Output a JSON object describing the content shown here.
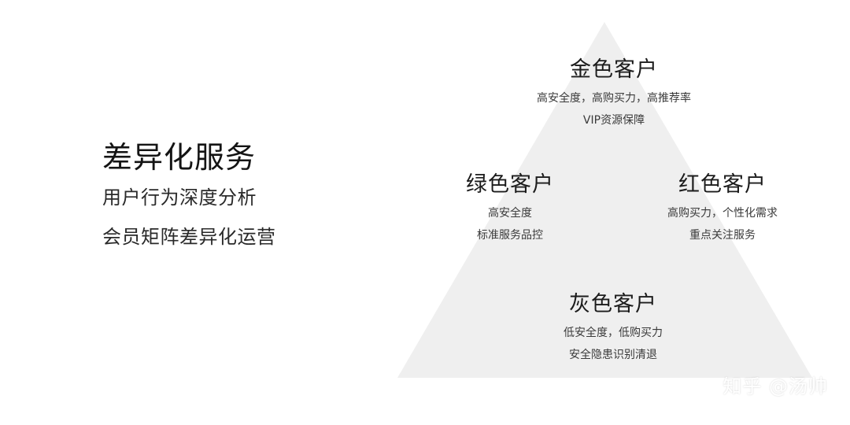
{
  "left": {
    "title": "差异化服务",
    "lines": [
      "用户行为深度分析",
      "会员矩阵差异化运营"
    ]
  },
  "pyramid": {
    "fill_color": "#efefef",
    "tiers": [
      {
        "key": "gold",
        "title": "金色客户",
        "desc": [
          "高安全度，高购买力，高推荐率",
          "VIP资源保障"
        ]
      },
      {
        "key": "green",
        "title": "绿色客户",
        "desc": [
          "高安全度",
          "标准服务品控"
        ]
      },
      {
        "key": "red",
        "title": "红色客户",
        "desc": [
          "高购买力，个性化需求",
          "重点关注服务"
        ]
      },
      {
        "key": "gray",
        "title": "灰色客户",
        "desc": [
          "低安全度，低购买力",
          "安全隐患识别清退"
        ]
      }
    ]
  },
  "watermark": "知乎 @汤帅"
}
